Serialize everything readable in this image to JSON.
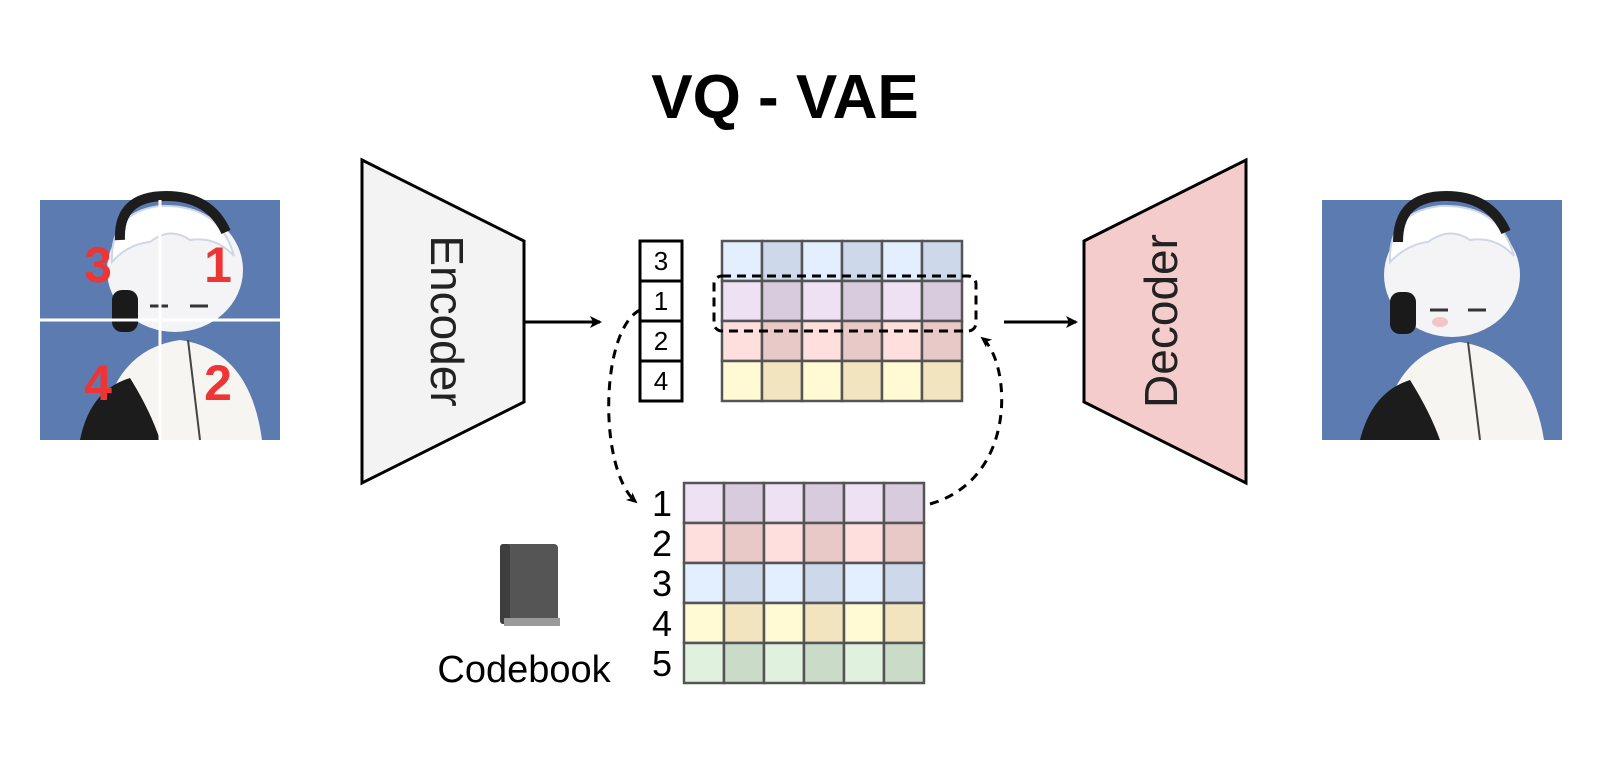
{
  "title": "VQ - VAE",
  "encoder": {
    "label": "Encoder",
    "fill": "#f3f3f3"
  },
  "decoder": {
    "label": "Decoder",
    "fill": "#f5cccc"
  },
  "input_image": {
    "quadrant_labels": [
      "3",
      "1",
      "4",
      "2"
    ],
    "background": "#5c7bb0"
  },
  "latent_indices": [
    "3",
    "1",
    "2",
    "4"
  ],
  "latent_rows": [
    "3",
    "1",
    "2",
    "4"
  ],
  "codebook": {
    "label": "Codebook",
    "icon": "book-icon",
    "rows": [
      {
        "index": "1",
        "color": "#e6d9ec"
      },
      {
        "index": "2",
        "color": "#f7d6d6"
      },
      {
        "index": "3",
        "color": "#dbe7f8"
      },
      {
        "index": "4",
        "color": "#fff2cc"
      },
      {
        "index": "5",
        "color": "#d8ead6"
      }
    ]
  },
  "colors": {
    "quadrant_number": "#ee3535",
    "arrow": "#000000"
  }
}
